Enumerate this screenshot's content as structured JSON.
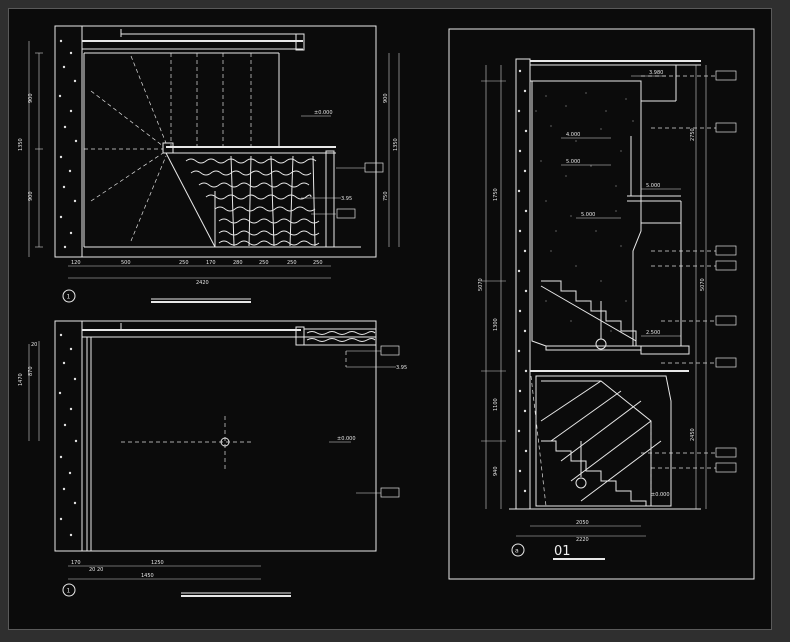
{
  "elevation": {
    "label": "01",
    "marker": "a"
  },
  "plans": {
    "marker_1": "1",
    "marker_2": "1"
  },
  "colors": {
    "background": "#0b0b0b",
    "line": "#e8e8e8",
    "highlight": "#ffffff"
  }
}
